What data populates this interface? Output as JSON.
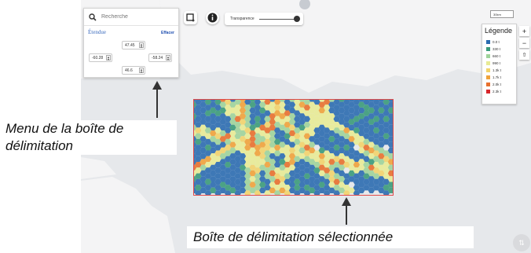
{
  "search": {
    "placeholder": "Recherche"
  },
  "extent_panel": {
    "label": "Étendue",
    "clear_label": "Effacer",
    "north": "47.45",
    "west": "-60.28",
    "east": "-58.24",
    "south": "46.6"
  },
  "toolbar": {
    "transparency_label": "Transparence",
    "transparency_level": 0.95
  },
  "legend": {
    "title": "Légende",
    "items": [
      {
        "label": "0.0 t",
        "color": "#2b6cb0"
      },
      {
        "label": "330 t",
        "color": "#3a9a7a"
      },
      {
        "label": "660 t",
        "color": "#9fd39a"
      },
      {
        "label": "990 t",
        "color": "#e8eb95"
      },
      {
        "label": "1.3k t",
        "color": "#f2d36b"
      },
      {
        "label": "1.7k t",
        "color": "#f0a23b"
      },
      {
        "label": "2.0k t",
        "color": "#e8702e"
      },
      {
        "label": "2.3k t",
        "color": "#d7262b"
      }
    ]
  },
  "scale": {
    "label": "30km"
  },
  "zoom": {
    "in": "+",
    "out": "−",
    "north": "⇧"
  },
  "annotations": {
    "menu_caption": "Menu de la boîte de délimitation",
    "bbox_caption": "Boîte de délimitation sélectionnée"
  },
  "colors": {
    "selection": "#e04a4a",
    "accent": "#3d6dbf"
  }
}
